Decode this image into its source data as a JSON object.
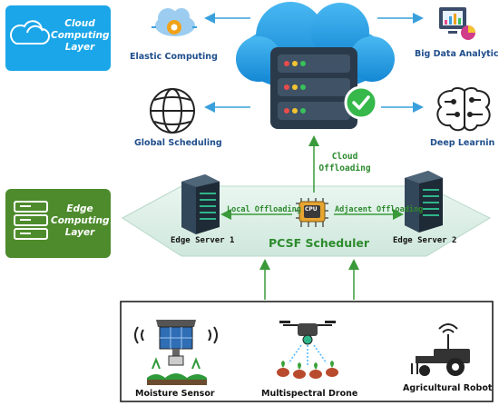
{
  "cloud_layer": {
    "title_line1": "Cloud",
    "title_line2": "Computing",
    "title_line3": "Layer"
  },
  "edge_layer": {
    "title_line1": "Edge",
    "title_line2": "Computing",
    "title_line3": "Layer"
  },
  "cloud_services": {
    "elastic": "Elastic Computing",
    "global": "Global Scheduling",
    "bigdata": "Big Data Analytics",
    "deep": "Deep Learnin"
  },
  "cloud_offloading": {
    "line1": "Cloud",
    "line2": "Offloading"
  },
  "edge": {
    "server1": "Edge Server 1",
    "server2": "Edge Server 2",
    "local": "Local Offloading",
    "adjacent": "Adjacent Offloading",
    "scheduler": "PCSF Scheduler",
    "cpu": "CPU"
  },
  "devices": {
    "sensor": "Moisture Sensor",
    "drone": "Multispectral Drone",
    "robot": "Agricultural Robot"
  },
  "colors": {
    "cloud_blue": "#1aa6e8",
    "edge_green": "#4d8b2c",
    "arrow_blue": "#3aa0dc",
    "arrow_green": "#3a9a3a",
    "platform": "#dff0ea"
  }
}
